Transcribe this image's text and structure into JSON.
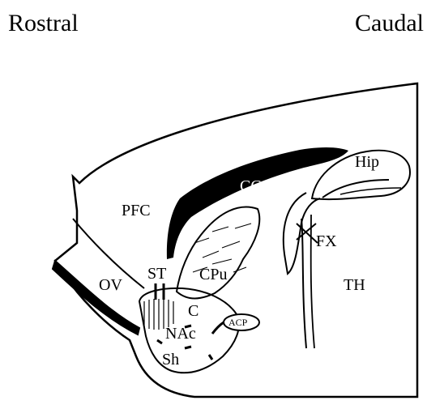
{
  "orientation": {
    "left": "Rostral",
    "right": "Caudal"
  },
  "regions": {
    "pfc": "PFC",
    "cc": "CC",
    "hip": "Hip",
    "fx": "FX",
    "th": "TH",
    "cpu": "CPu",
    "st": "ST",
    "ov": "OV",
    "c": "C",
    "nac": "NAc",
    "acp": "ACP",
    "sh": "Sh"
  },
  "colors": {
    "ink": "#000000",
    "paper": "#ffffff"
  }
}
